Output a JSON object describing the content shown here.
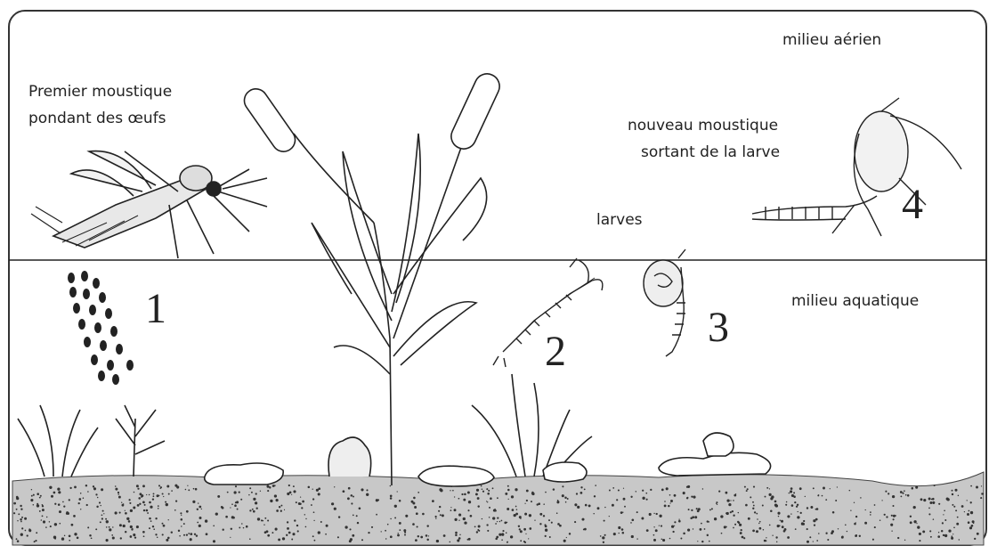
{
  "labels": {
    "aerial": "milieu aérien",
    "aquatic": "milieu aquatique",
    "first_mosquito_line1": "Premier moustique",
    "first_mosquito_line2": "pondant des œufs",
    "new_mosquito_line1": "nouveau moustique",
    "new_mosquito_line2": "sortant de la larve",
    "larvae": "larves"
  },
  "stages": [
    {
      "number": "1",
      "subject": "œufs"
    },
    {
      "number": "2",
      "subject": "larve"
    },
    {
      "number": "3",
      "subject": "nymphe"
    },
    {
      "number": "4",
      "subject": "nouveau moustique"
    }
  ],
  "icons": [
    "mosquito-adult-icon",
    "egg-cluster-icon",
    "cattail-plant-icon",
    "larva-icon",
    "pupa-icon",
    "emerging-mosquito-icon",
    "water-weed-icon",
    "rock-icon",
    "sediment-floor-icon"
  ]
}
